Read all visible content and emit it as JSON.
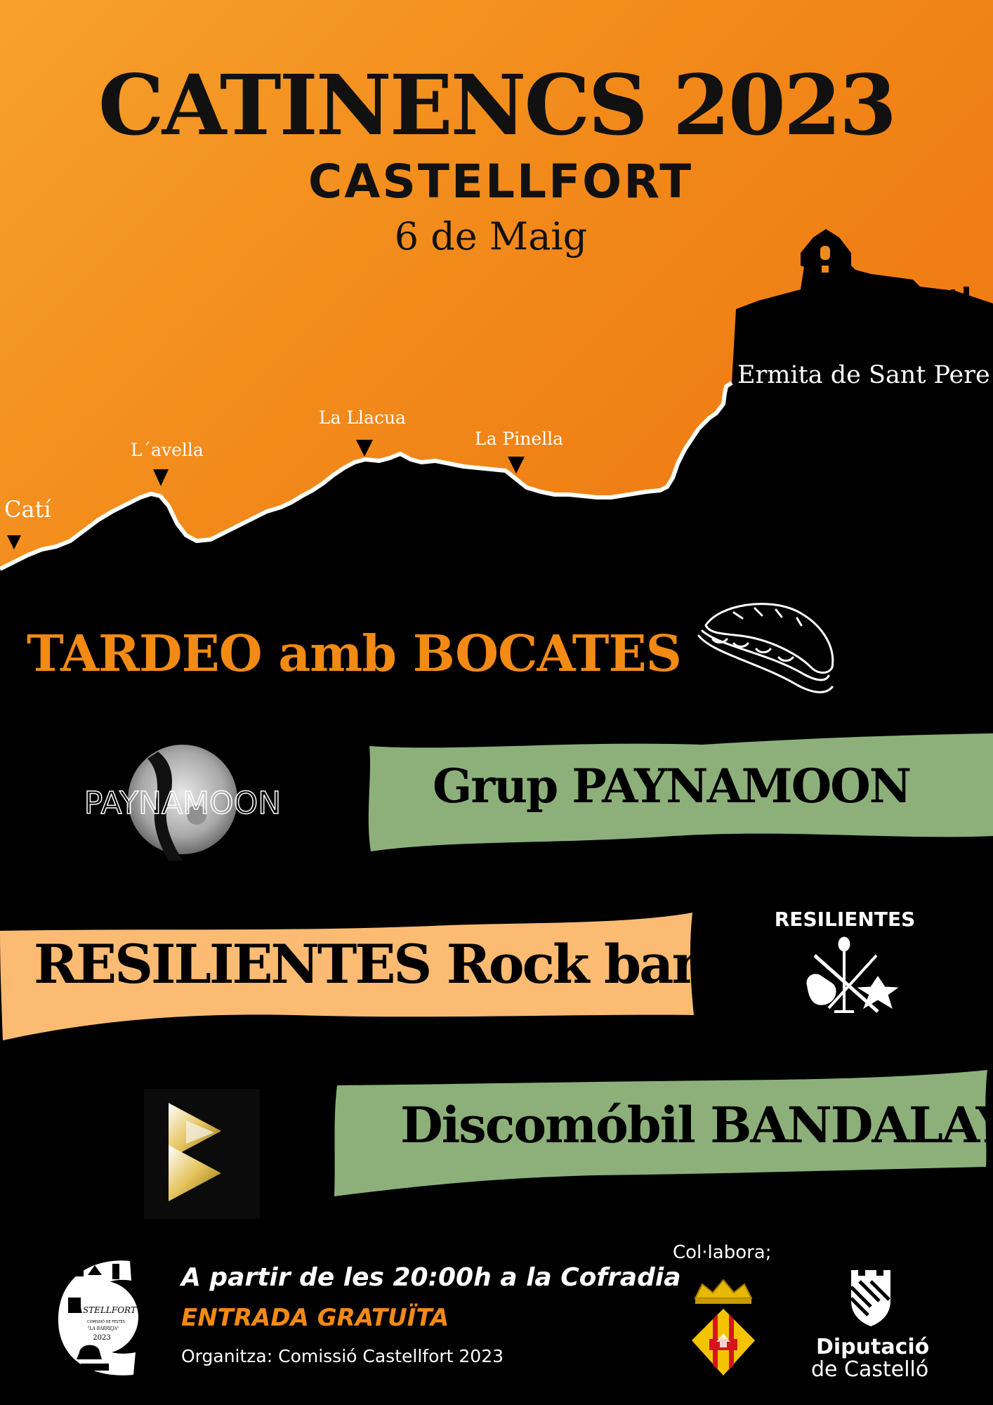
{
  "header": {
    "title": "CATINENCS 2023",
    "subtitle": "CASTELLFORT",
    "date": "6  de Maig"
  },
  "route": {
    "points": [
      "Catí",
      "L´avella",
      "La Llacua",
      "La Pinella",
      "Ermita de Sant Pere"
    ]
  },
  "program": {
    "tardeo": "TARDEO amb BOCATES",
    "band1": "Grup PAYNAMOON",
    "band1_logo": "PAYNAMOON",
    "band2": "RESILIENTES Rock band",
    "band2_logo": "RESILIENTES",
    "band3": "Discomóbil BANDALAY"
  },
  "footer": {
    "time_place": "A partir de les 20:00h a la Cofradia",
    "entry": "ENTRADA GRATUÏTA",
    "organizer": "Organitza: Comissió Castellfort 2023",
    "collabora": "Col·labora;",
    "diputacio_line1": "Diputació",
    "diputacio_line2": "de Castelló",
    "org_logo_title": "CASTELLFORT",
    "org_logo_sub": "COMISSIÓ DE FESTES",
    "org_logo_group": "\"LA BARREJA\"",
    "org_logo_year": "2023"
  },
  "colors": {
    "orange": "#f28a14",
    "green_banner": "#8db07a",
    "peach_banner": "#fbbb72"
  },
  "icons": [
    "church-silhouette-icon",
    "sandwich-icon",
    "moon-icon",
    "microphone-guitar-icon",
    "play-arrows-icon",
    "town-crest-icon",
    "diputacio-logo-icon"
  ]
}
